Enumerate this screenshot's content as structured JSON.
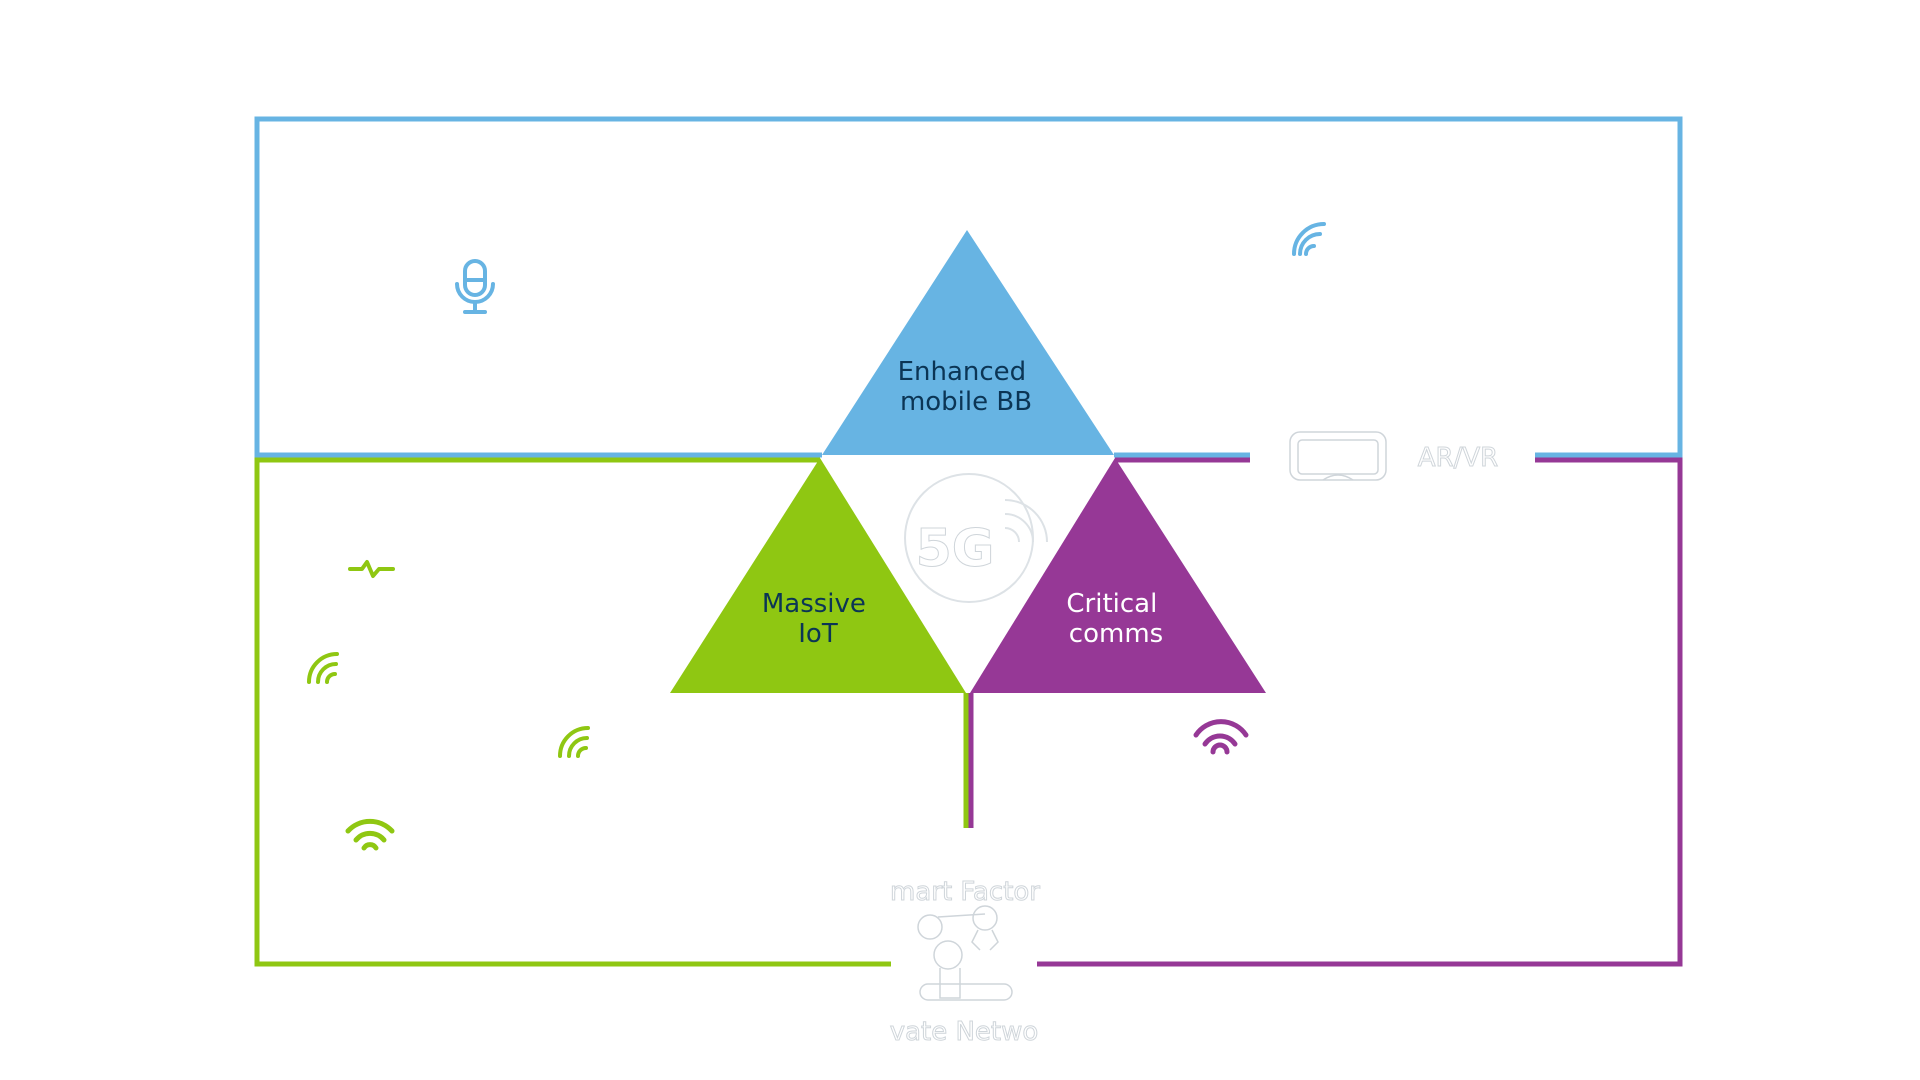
{
  "colors": {
    "embb": "#67b4e3",
    "miot": "#8fc712",
    "critical": "#963896",
    "text_dark": "#0b3555",
    "faint": "#cfd5da"
  },
  "triangles": {
    "embb": {
      "line1": "Enhanced",
      "line2": "mobile BB"
    },
    "miot": {
      "line1": "Massive",
      "line2": "IoT"
    },
    "critical": {
      "line1": "Critical",
      "line2": "comms"
    }
  },
  "center_logo": {
    "text": "5G"
  },
  "labels": {
    "arvr": "AR/VR",
    "smart_factory": "mart Factor",
    "private_network": "vate Netwo"
  },
  "icons": [
    "microphone-icon",
    "signal-icon",
    "vr-headset-icon",
    "pulse-icon",
    "wifi-icon",
    "robot-arm-icon"
  ]
}
